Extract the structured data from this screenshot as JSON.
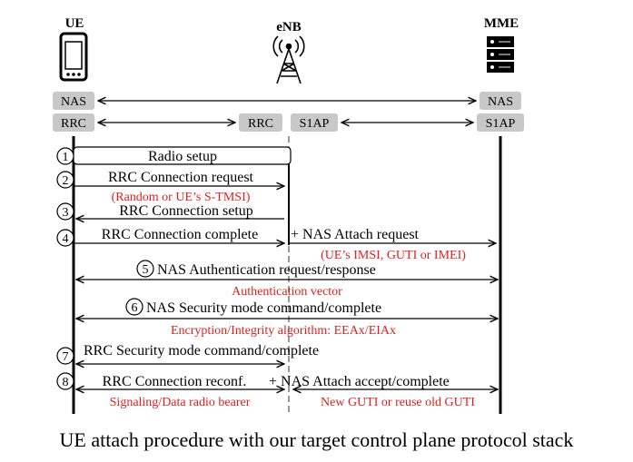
{
  "nodes": {
    "ue": "UE",
    "enb": "eNB",
    "mme": "MME"
  },
  "layers": {
    "nas_left": "NAS",
    "nas_right": "NAS",
    "rrc_left": "RRC",
    "rrc_mid": "RRC",
    "s1ap_mid": "S1AP",
    "s1ap_right": "S1AP"
  },
  "steps": [
    {
      "num": "1",
      "label": "Radio setup"
    },
    {
      "num": "2",
      "label": "RRC Connection request",
      "note": "(Random or UE’s S-TMSI)"
    },
    {
      "num": "3",
      "label": "RRC Connection setup"
    },
    {
      "num": "4",
      "label": "RRC Connection complete",
      "label2": "+  NAS Attach request",
      "note": "(UE’s IMSI, GUTI or IMEI)"
    },
    {
      "num": "5",
      "label": "NAS Authentication request/response",
      "note": "Authentication vector"
    },
    {
      "num": "6",
      "label": "NAS Security mode command/complete",
      "note": "Encryption/Integrity algorithm: EEAx/EIAx"
    },
    {
      "num": "7",
      "label": "RRC Security mode command/complete"
    },
    {
      "num": "8",
      "label": "RRC Connection reconf.",
      "label2": "+  NAS Attach accept/complete",
      "note": "Signaling/Data radio bearer",
      "note2": "New GUTI or reuse old GUTI"
    }
  ],
  "caption": "UE attach procedure with our target control plane protocol stack",
  "colors": {
    "note": "#e02020",
    "layer_box": "#c8c8c8"
  }
}
